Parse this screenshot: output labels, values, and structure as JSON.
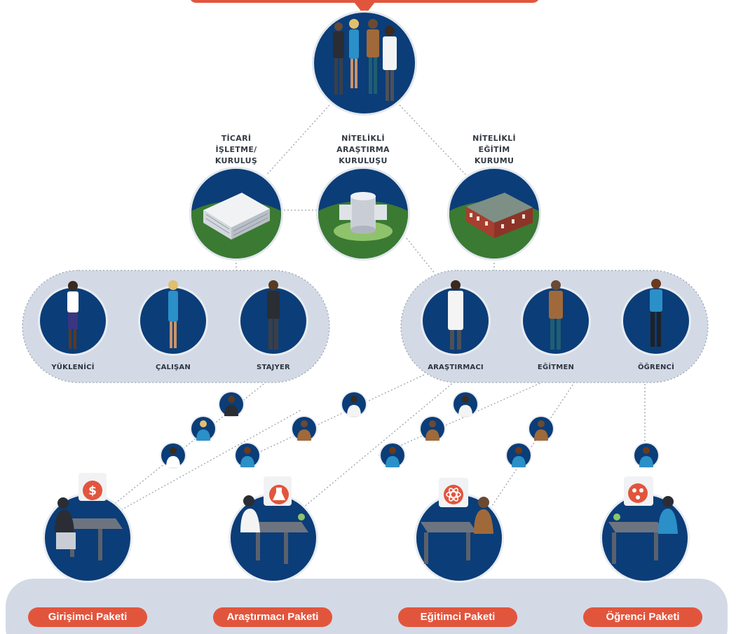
{
  "organizations": {
    "ticari": "TİCARİ\nİŞLETME/\nKURULUŞ",
    "arastirma": "NİTELİKLİ\nARAŞTIRMA\nKURULUŞU",
    "egitim": "NİTELİKLİ\nEĞİTİM\nKURUMU"
  },
  "roles": {
    "yuklenici": "YÜKLENİCİ",
    "calisan": "ÇALIŞAN",
    "stajyer": "STAJYER",
    "arastirmaci": "ARAŞTIRMACI",
    "egitmen": "EĞİTMEN",
    "ogrenci": "ÖĞRENCİ"
  },
  "packages": {
    "girisimci": "Girişimci Paketi",
    "arastirmaci": "Araştırmacı Paketi",
    "egitimci": "Eğitimci Paketi",
    "ogrenci": "Öğrenci Paketi"
  },
  "colors": {
    "navy": "#0b3d78",
    "grass": "#3b7a32",
    "panel": "#d3dae6",
    "accent": "#e2553d",
    "skin_dark": "#5a3a22",
    "shirt_blue": "#2b8fc8"
  },
  "icons": [
    "dollar-icon",
    "flask-icon",
    "atom-icon",
    "molecule-icon"
  ]
}
